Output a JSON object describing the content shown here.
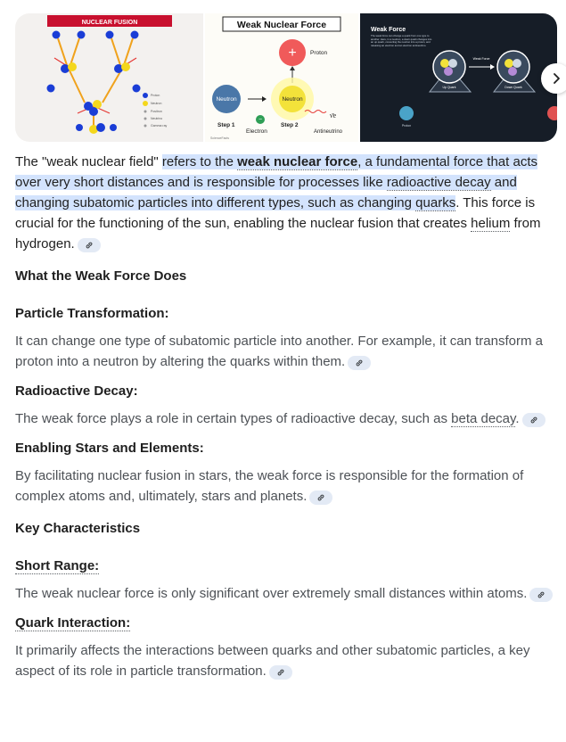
{
  "gallery": {
    "image1": {
      "title": "NUCLEAR FUSION",
      "legend": [
        "Proton",
        "Neutron",
        "Positron",
        "Neutrino",
        "Gamma ray"
      ]
    },
    "image2": {
      "title": "Weak Nuclear Force",
      "proton": "Proton",
      "neutron_left": "Neutron",
      "neutron_center": "Neutron",
      "step1": "Step 1",
      "step2": "Step 2",
      "electron": "Electron",
      "antineutrino": "Antineutrino",
      "credit": "ScienceFacts"
    },
    "image3": {
      "title": "Weak Force",
      "text": "The weak force can change a quark from one type to another. Here, in a neutron, a down quark changes into an up quark, converting the neutron into a proton, and releasing an electron and an electron antineutrino.",
      "label_left": "Up Quark",
      "label_right": "Down Quark",
      "label_center": "Weak Force",
      "label_bottom": "Proton"
    },
    "next_icon": "chevron-right-icon"
  },
  "answer": {
    "intro_pre": "The \"weak nuclear field\" ",
    "intro_hl1": "refers to the ",
    "intro_hl_link": "weak nuclear force",
    "intro_hl2": ", a fundamental force that acts over very short distances and is responsible for processes like ",
    "intro_hl_link2": "radioactive decay",
    "intro_hl3": " and changing subatomic particles into different types, such as changing ",
    "intro_hl_link3": "quarks",
    "intro_post1": ". This force is crucial for the functioning of the sun, enabling the nuclear fusion that creates ",
    "intro_link4": "helium",
    "intro_post2": " from hydrogen.",
    "section1_title": "What the Weak Force Does",
    "items1": [
      {
        "title": "Particle Transformation:",
        "text": "It can change one type of subatomic particle into another. For example, it can transform a proton into a neutron by altering the quarks within them."
      },
      {
        "title": "Radioactive Decay:",
        "text_pre": "The weak force plays a role in certain types of radioactive decay, such as ",
        "text_link": "beta decay",
        "text_post": "."
      },
      {
        "title": "Enabling Stars and Elements:",
        "text": "By facilitating nuclear fusion in stars, the weak force is responsible for the formation of complex atoms and, ultimately, stars and planets."
      }
    ],
    "section2_title": "Key Characteristics",
    "items2": [
      {
        "title": "Short Range:",
        "text": "The weak nuclear force is only significant over extremely small distances within atoms."
      },
      {
        "title": "Quark Interaction:",
        "text": "It primarily affects the interactions between quarks and other subatomic particles, a key aspect of its role in particle transformation."
      }
    ],
    "link_icon": "link-icon"
  },
  "colors": {
    "highlight": "#d3e3fd",
    "chip": "#e3eaf5",
    "text": "#1f1f1f",
    "muted": "#4d5156"
  }
}
